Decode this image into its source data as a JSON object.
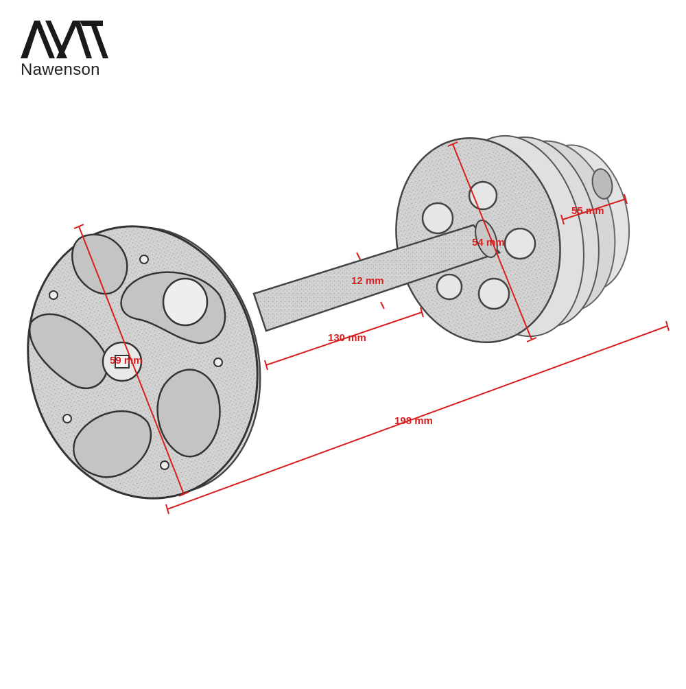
{
  "brand": {
    "name": "Nawenson",
    "logo_icon": "nawenson-logo-icon"
  },
  "colors": {
    "dimension": "#d81e1e",
    "sketch": "#555555",
    "fill": "#c9c9c9"
  },
  "dimensions": {
    "disc_left_diameter": "59 mm",
    "disc_right_diameter": "54 mm",
    "disc_right_depth": "55 mm",
    "rod_diameter": "12 mm",
    "rod_length": "130 mm",
    "total_length": "198 mm"
  }
}
